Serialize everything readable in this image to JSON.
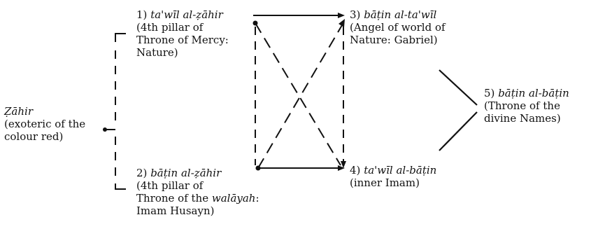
{
  "nodes": {
    "zahir": {
      "title": "Ẓāhir",
      "lines": [
        "(exoteric of the",
        "colour red)"
      ]
    },
    "n1": {
      "num": "1)",
      "title": "ta'wīl al-ẓāhir",
      "lines": [
        "(4th pillar of",
        "Throne of Mercy:",
        "Nature)"
      ]
    },
    "n2": {
      "num": "2)",
      "title": "bāṭin al-ẓāhir",
      "lines": [
        "(4th pillar of"
      ],
      "line_mixed_pre": "Throne of the ",
      "line_mixed_italic": "walāyah",
      "line_mixed_post": ":",
      "last_line": "Imam Husayn)"
    },
    "n3": {
      "num": "3)",
      "title": "bāṭin al-ta'wīl",
      "lines": [
        "(Angel of world of",
        "Nature: Gabriel)"
      ]
    },
    "n4": {
      "num": "4)",
      "title": "ta'wīl al-bāṭin",
      "lines": [
        "(inner Imam)"
      ]
    },
    "n5": {
      "num": "5)",
      "title": "bāṭin al-bāṭin",
      "lines": [
        "(Throne of the",
        "divine Names)"
      ]
    }
  },
  "colors": {
    "ink": "#111111",
    "background": "#ffffff"
  }
}
